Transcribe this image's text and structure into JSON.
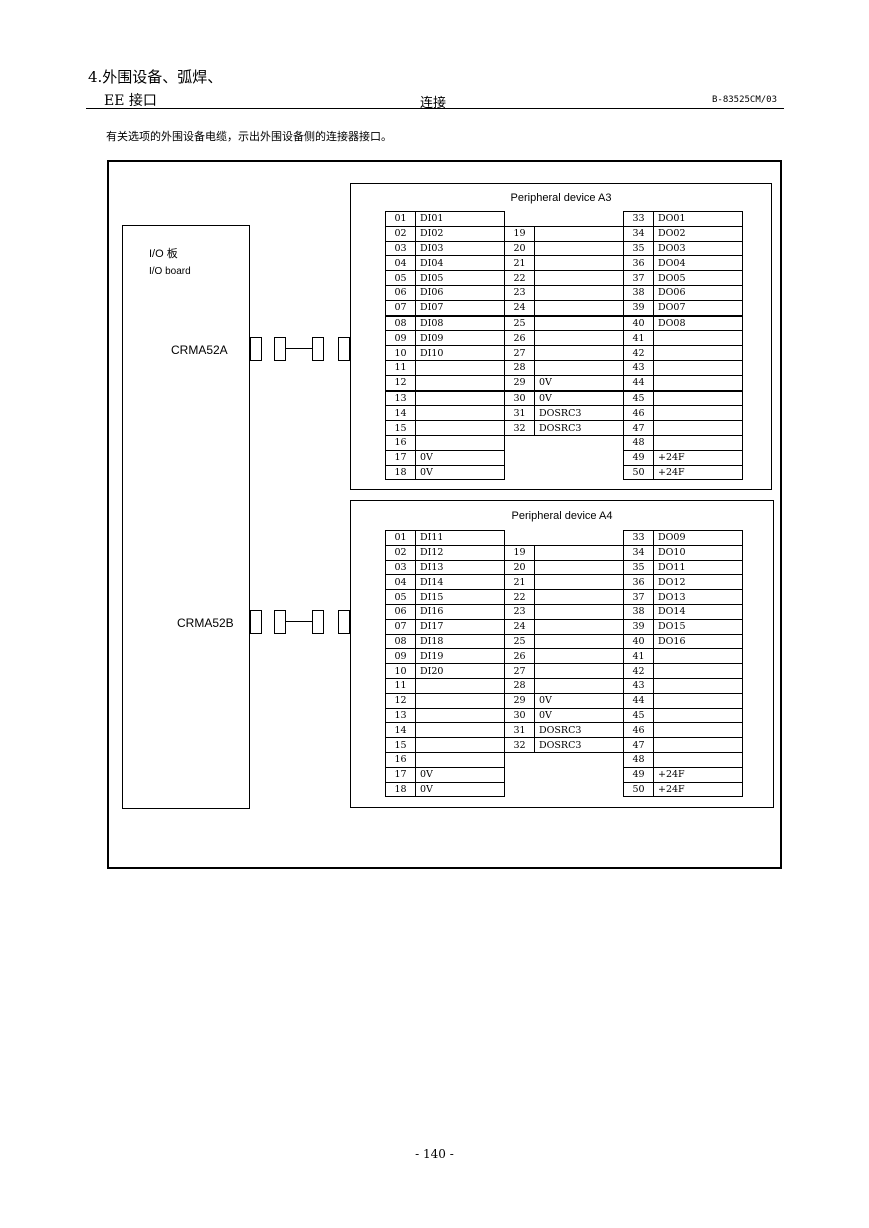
{
  "header": {
    "title_line1": "4.外围设备、弧焊、",
    "title_line2": "EE 接口",
    "center": "连接",
    "doc_number": "B-83525CM/03"
  },
  "intro": "有关选项的外围设备电缆，示出外围设备侧的连接器接口。",
  "io_board": {
    "label_cn": "I/O 板",
    "label_en": "I/O board",
    "connector_a": "CRMA52A",
    "connector_b": "CRMA52B"
  },
  "device_a3": {
    "title": "Peripheral device A3",
    "rows": [
      [
        "01",
        "DI01",
        null,
        null,
        "33",
        "DO01"
      ],
      [
        "02",
        "DI02",
        "19",
        "",
        "34",
        "DO02"
      ],
      [
        "03",
        "DI03",
        "20",
        "",
        "35",
        "DO03"
      ],
      [
        "04",
        "DI04",
        "21",
        "",
        "36",
        "DO04"
      ],
      [
        "05",
        "DI05",
        "22",
        "",
        "37",
        "DO05"
      ],
      [
        "06",
        "DI06",
        "23",
        "",
        "38",
        "DO06"
      ],
      [
        "07",
        "DI07",
        "24",
        "",
        "39",
        "DO07"
      ],
      [
        "08",
        "DI08",
        "25",
        "",
        "40",
        "DO08"
      ],
      [
        "09",
        "DI09",
        "26",
        "",
        "41",
        ""
      ],
      [
        "10",
        "DI10",
        "27",
        "",
        "42",
        ""
      ],
      [
        "11",
        "",
        "28",
        "",
        "43",
        ""
      ],
      [
        "12",
        "",
        "29",
        "0V",
        "44",
        ""
      ],
      [
        "13",
        "",
        "30",
        "0V",
        "45",
        ""
      ],
      [
        "14",
        "",
        "31",
        "DOSRC3",
        "46",
        ""
      ],
      [
        "15",
        "",
        "32",
        "DOSRC3",
        "47",
        ""
      ],
      [
        "16",
        "",
        null,
        null,
        "48",
        ""
      ],
      [
        "17",
        "0V",
        null,
        null,
        "49",
        "+24F"
      ],
      [
        "18",
        "0V",
        null,
        null,
        "50",
        "+24F"
      ]
    ]
  },
  "device_a4": {
    "title": "Peripheral device A4",
    "rows": [
      [
        "01",
        "DI11",
        null,
        null,
        "33",
        "DO09"
      ],
      [
        "02",
        "DI12",
        "19",
        "",
        "34",
        "DO10"
      ],
      [
        "03",
        "DI13",
        "20",
        "",
        "35",
        "DO11"
      ],
      [
        "04",
        "DI14",
        "21",
        "",
        "36",
        "DO12"
      ],
      [
        "05",
        "DI15",
        "22",
        "",
        "37",
        "DO13"
      ],
      [
        "06",
        "DI16",
        "23",
        "",
        "38",
        "DO14"
      ],
      [
        "07",
        "DI17",
        "24",
        "",
        "39",
        "DO15"
      ],
      [
        "08",
        "DI18",
        "25",
        "",
        "40",
        "DO16"
      ],
      [
        "09",
        "DI19",
        "26",
        "",
        "41",
        ""
      ],
      [
        "10",
        "DI20",
        "27",
        "",
        "42",
        ""
      ],
      [
        "11",
        "",
        "28",
        "",
        "43",
        ""
      ],
      [
        "12",
        "",
        "29",
        "0V",
        "44",
        ""
      ],
      [
        "13",
        "",
        "30",
        "0V",
        "45",
        ""
      ],
      [
        "14",
        "",
        "31",
        "DOSRC3",
        "46",
        ""
      ],
      [
        "15",
        "",
        "32",
        "DOSRC3",
        "47",
        ""
      ],
      [
        "16",
        "",
        null,
        null,
        "48",
        ""
      ],
      [
        "17",
        "0V",
        null,
        null,
        "49",
        "+24F"
      ],
      [
        "18",
        "0V",
        null,
        null,
        "50",
        "+24F"
      ]
    ]
  },
  "footer": {
    "page_number": "- 140 -"
  }
}
